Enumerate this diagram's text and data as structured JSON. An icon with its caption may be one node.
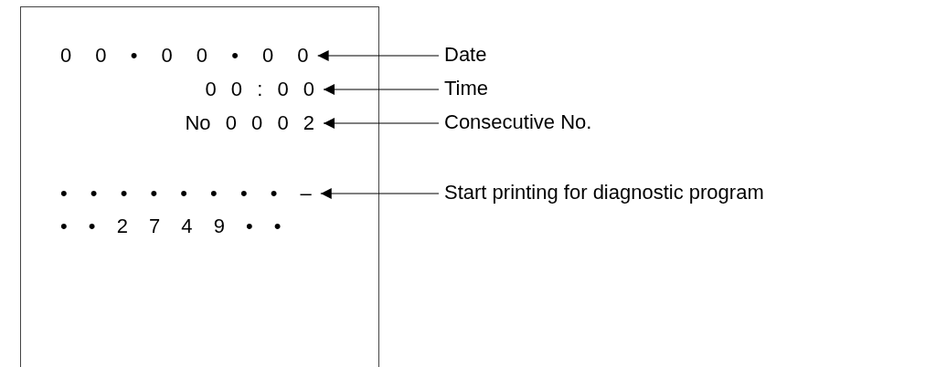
{
  "diagram": {
    "nodes": [
      {
        "text": [],
        "shape": "box"
      },
      {
        "text": [
          "0 0 • 0 0 • 0 0"
        ],
        "in": 0
      },
      {
        "text": [
          "0 0 : 0 0"
        ],
        "in": 0
      },
      {
        "text": [
          "No 0 0 0 2"
        ],
        "in": 0
      },
      {
        "text": [
          "• • • • • • • • –"
        ],
        "in": 0
      },
      {
        "text": [
          "• • 2 7 4 9 • •"
        ],
        "in": 0
      },
      {
        "text": [
          "Date"
        ]
      },
      {
        "text": [
          "Time"
        ]
      },
      {
        "text": [
          "Consecutive No."
        ]
      },
      {
        "text": [
          "Start printing for diagnostic program"
        ]
      }
    ],
    "edges": [
      {
        "from": 6,
        "to": 1,
        "arrow": "to"
      },
      {
        "from": 7,
        "to": 2,
        "arrow": "to"
      },
      {
        "from": 8,
        "to": 3,
        "arrow": "to"
      },
      {
        "from": 9,
        "to": 4,
        "arrow": "to"
      }
    ]
  }
}
